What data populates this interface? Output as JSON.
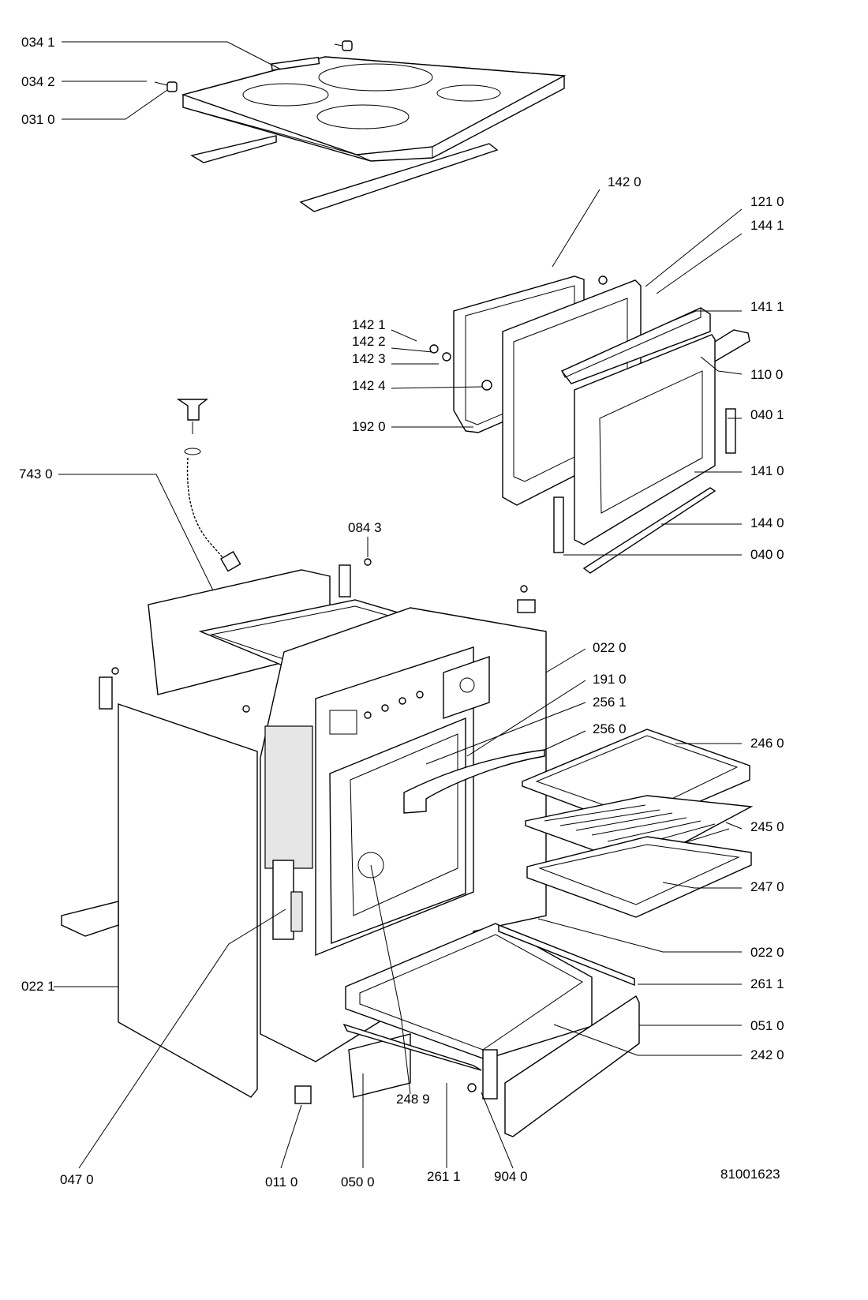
{
  "labels": {
    "l0341": "034 1",
    "l0342": "034 2",
    "l0310": "031 0",
    "l1420": "142 0",
    "l1210": "121 0",
    "l1441": "144 1",
    "l1411": "141 1",
    "l1421": "142 1",
    "l1422": "142 2",
    "l1423": "142 3",
    "l1424": "142 4",
    "l1100": "110 0",
    "l0401": "040 1",
    "l1920": "192 0",
    "l7430": "743 0",
    "l1410": "141 0",
    "l0843": "084 3",
    "l1440": "144 0",
    "l0400": "040 0",
    "l0220a": "022 0",
    "l1910": "191 0",
    "l2561": "256 1",
    "l2560": "256 0",
    "l2460": "246 0",
    "l2450": "245 0",
    "l2470": "247 0",
    "l0220b": "022 0",
    "l0221": "022 1",
    "l2611a": "261 1",
    "l0510": "051 0",
    "l2420": "242 0",
    "l2489": "248 9",
    "l0470": "047 0",
    "l0110": "011 0",
    "l0500": "050 0",
    "l2611b": "261 1",
    "l9040": "904 0",
    "docnum": "81001623"
  }
}
